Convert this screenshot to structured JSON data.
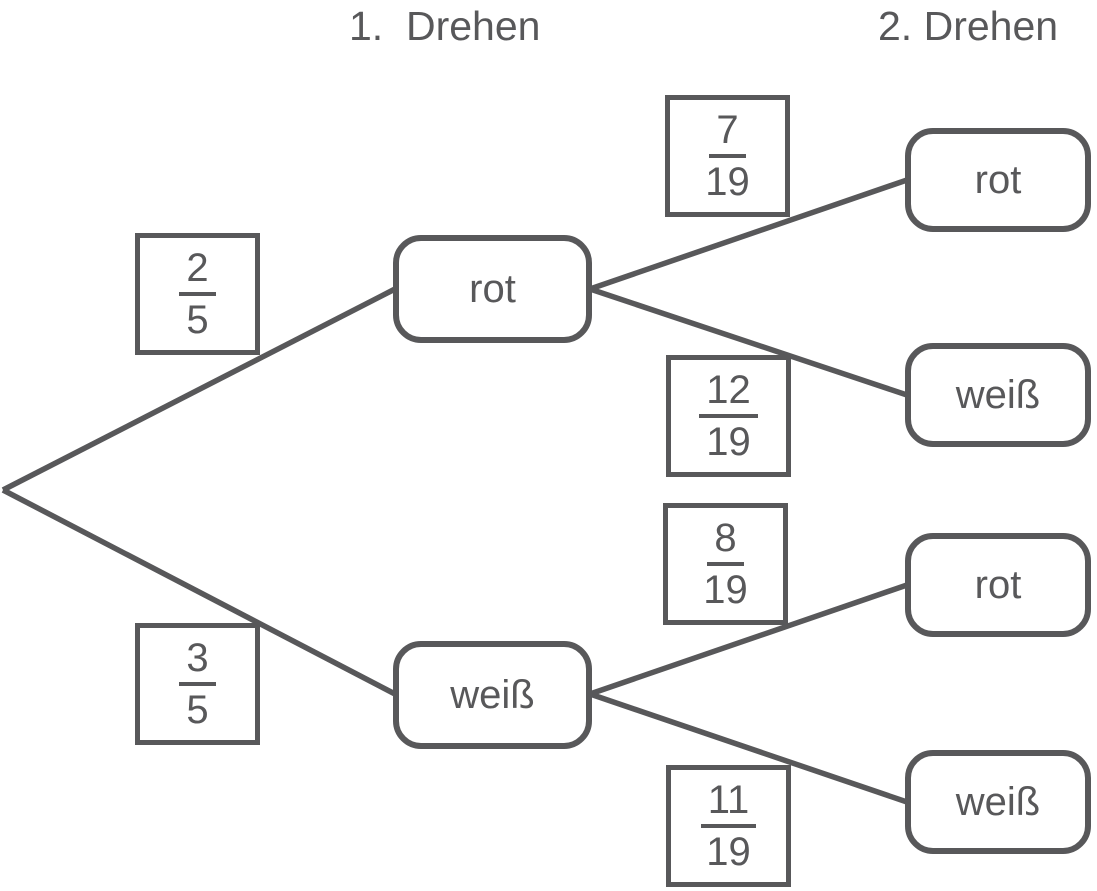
{
  "diagram_type": "probability-tree",
  "headers": {
    "first_spin": "1.  Drehen",
    "second_spin": "2. Drehen"
  },
  "branches_level1": [
    {
      "probability": {
        "numerator": "2",
        "denominator": "5"
      },
      "outcome": "rot"
    },
    {
      "probability": {
        "numerator": "3",
        "denominator": "5"
      },
      "outcome": "weiß"
    }
  ],
  "branches_level2": [
    {
      "from": "rot",
      "probability": {
        "numerator": "7",
        "denominator": "19"
      },
      "outcome": "rot"
    },
    {
      "from": "rot",
      "probability": {
        "numerator": "12",
        "denominator": "19"
      },
      "outcome": "weiß"
    },
    {
      "from": "weiß",
      "probability": {
        "numerator": "8",
        "denominator": "19"
      },
      "outcome": "rot"
    },
    {
      "from": "weiß",
      "probability": {
        "numerator": "11",
        "denominator": "19"
      },
      "outcome": "weiß"
    }
  ],
  "colors": {
    "stroke": "#58585a",
    "text": "#58585a",
    "background": "#ffffff"
  }
}
